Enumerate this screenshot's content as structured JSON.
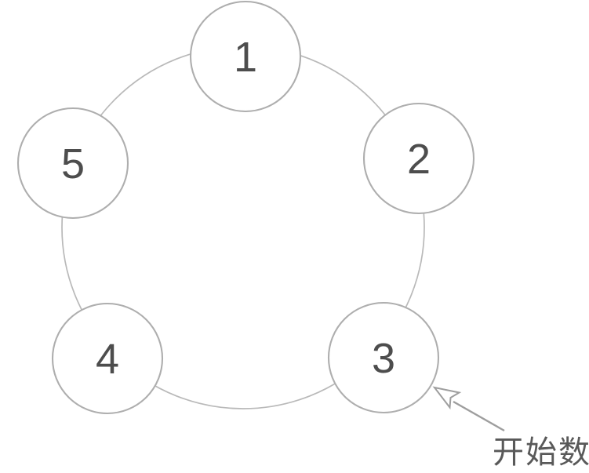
{
  "figure": {
    "type": "circular-counting-diagram",
    "nodes": [
      {
        "id": 1,
        "label": "1"
      },
      {
        "id": 2,
        "label": "2"
      },
      {
        "id": 3,
        "label": "3"
      },
      {
        "id": 4,
        "label": "4"
      },
      {
        "id": 5,
        "label": "5"
      }
    ],
    "annotation": {
      "label": "开始数",
      "points_to_node": "3"
    },
    "colors": {
      "ring_stroke": "#b9b9b9",
      "node_stroke": "#aeaeae",
      "node_fill": "#ffffff",
      "node_label": "#4d4d4d",
      "arrow": "#9e9e9e",
      "annotation_text": "#595959",
      "background": "#ffffff"
    }
  }
}
